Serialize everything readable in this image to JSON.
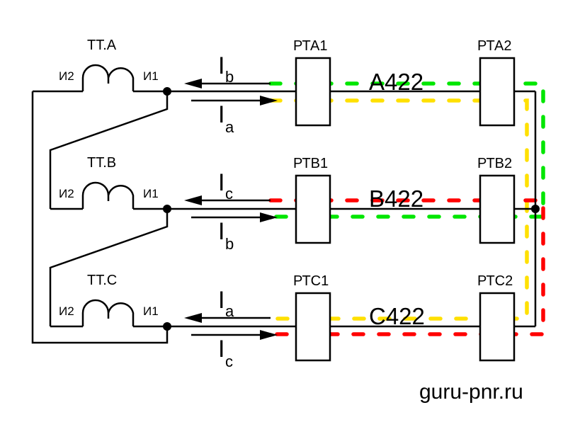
{
  "diagram": {
    "transformers": [
      {
        "label": "ТТ.А",
        "terminal_left": "И2",
        "terminal_right": "И1"
      },
      {
        "label": "ТТ.B",
        "terminal_left": "И2",
        "terminal_right": "И1"
      },
      {
        "label": "ТТ.C",
        "terminal_left": "И2",
        "terminal_right": "И1"
      }
    ],
    "relays": [
      {
        "near": "РТА1",
        "far": "РТА2"
      },
      {
        "near": "РТB1",
        "far": "РТB2"
      },
      {
        "near": "РТC1",
        "far": "РТC2"
      }
    ],
    "cables": [
      "A422",
      "B422",
      "C422"
    ],
    "currents": [
      {
        "upper_symbol": "I",
        "upper_sub": "b",
        "lower_symbol": "I",
        "lower_sub": "a"
      },
      {
        "upper_symbol": "I",
        "upper_sub": "c",
        "lower_symbol": "I",
        "lower_sub": "b"
      },
      {
        "upper_symbol": "I",
        "upper_sub": "a",
        "lower_symbol": "I",
        "lower_sub": "c"
      }
    ],
    "current_colors": {
      "a": "#ffe000",
      "b": "#00e600",
      "c": "#ff0000"
    },
    "watermark": "guru-pnr.ru"
  }
}
